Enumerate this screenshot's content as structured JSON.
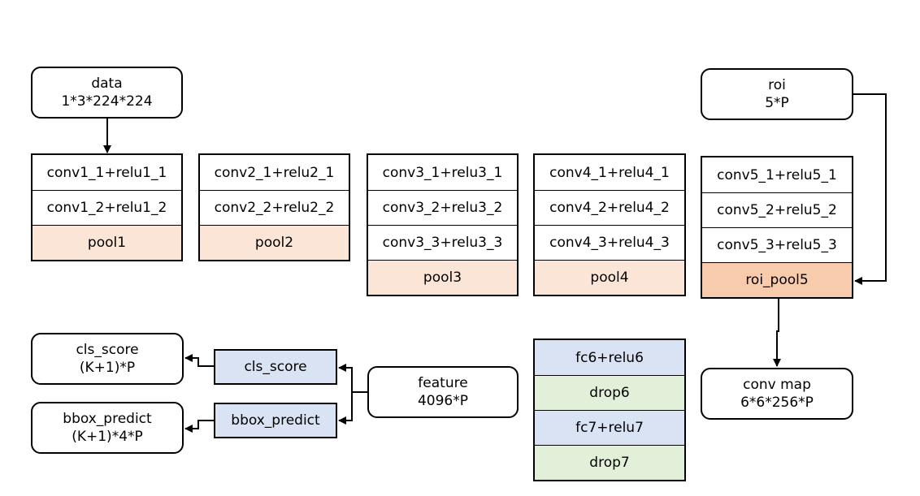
{
  "inputs": {
    "data": {
      "name": "data",
      "shape": "1*3*224*224"
    },
    "roi": {
      "name": "roi",
      "shape": "5*P"
    }
  },
  "stacks": [
    {
      "layers": [
        "conv1_1+relu1_1",
        "conv1_2+relu1_2"
      ],
      "pool": "pool1"
    },
    {
      "layers": [
        "conv2_1+relu2_1",
        "conv2_2+relu2_2"
      ],
      "pool": "pool2"
    },
    {
      "layers": [
        "conv3_1+relu3_1",
        "conv3_2+relu3_2",
        "conv3_3+relu3_3"
      ],
      "pool": "pool3"
    },
    {
      "layers": [
        "conv4_1+relu4_1",
        "conv4_2+relu4_2",
        "conv4_3+relu4_3"
      ],
      "pool": "pool4"
    },
    {
      "layers": [
        "conv5_1+relu5_1",
        "conv5_2+relu5_2",
        "conv5_3+relu5_3"
      ],
      "pool": "roi_pool5"
    }
  ],
  "conv_map": {
    "name": "conv map",
    "shape": "6*6*256*P"
  },
  "fc": [
    "fc6+relu6",
    "drop6",
    "fc7+relu7",
    "drop7"
  ],
  "feature": {
    "name": "feature",
    "shape": "4096*P"
  },
  "heads": {
    "cls": "cls_score",
    "bbox": "bbox_predict"
  },
  "outputs": {
    "cls": {
      "name": "cls_score",
      "shape": "(K+1)*P"
    },
    "bbox": {
      "name": "bbox_predict",
      "shape": "(K+1)*4*P"
    }
  },
  "colors": {
    "pool": "#fbe5d6",
    "roi_pool": "#f8cbad",
    "fc": "#dae3f3",
    "drop": "#e2f0d9",
    "head": "#dae3f3"
  }
}
